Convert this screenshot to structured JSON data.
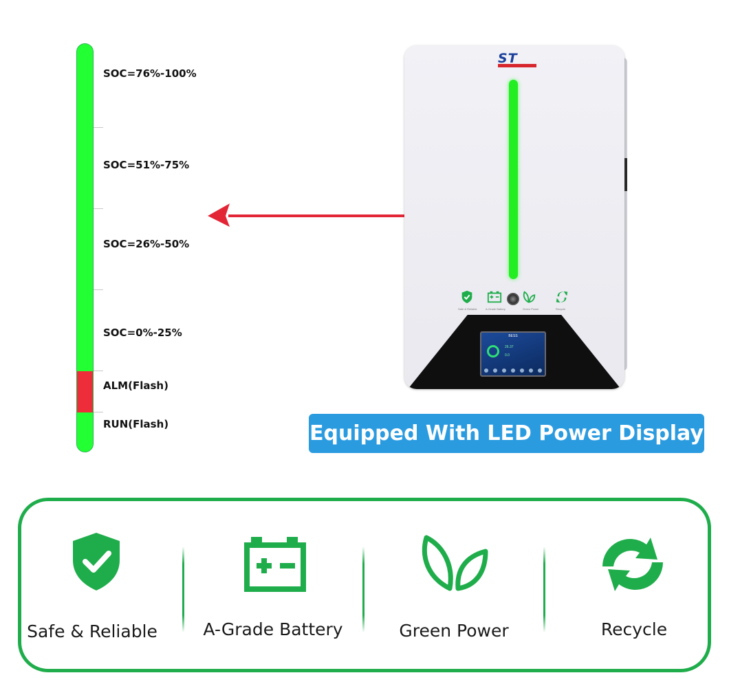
{
  "led_indicator": {
    "levels": [
      {
        "label": "SOC=76%-100%",
        "color": "#22ff33"
      },
      {
        "label": "SOC=51%-75%",
        "color": "#22ff33"
      },
      {
        "label": "SOC=26%-50%",
        "color": "#22ff33"
      },
      {
        "label": "SOC=0%-25%",
        "color": "#22ff33"
      },
      {
        "label": "ALM(Flash)",
        "color": "#ee2d3a"
      },
      {
        "label": "RUN(Flash)",
        "color": "#22ff33"
      }
    ]
  },
  "arrow_color": "#e32636",
  "device": {
    "logo_text": "ST",
    "screen_title": "BESS",
    "screen_soc": "26.37",
    "screen_value": "0.0",
    "mini_icons": [
      {
        "icon": "shield-check-icon",
        "caption": "Safe & Reliable"
      },
      {
        "icon": "battery-icon",
        "caption": "A-Grade Battery"
      },
      {
        "icon": "leaf-icon",
        "caption": "Green Power"
      },
      {
        "icon": "recycle-icon",
        "caption": "Recycle"
      }
    ]
  },
  "caption": "Equipped With LED Power Display",
  "caption_color": "#2b9be0",
  "brand_green": "#1fad4b",
  "features": [
    {
      "icon": "shield-check-icon",
      "label": "Safe & Reliable"
    },
    {
      "icon": "battery-icon",
      "label": "A-Grade Battery"
    },
    {
      "icon": "leaf-icon",
      "label": "Green Power"
    },
    {
      "icon": "recycle-icon",
      "label": "Recycle"
    }
  ]
}
